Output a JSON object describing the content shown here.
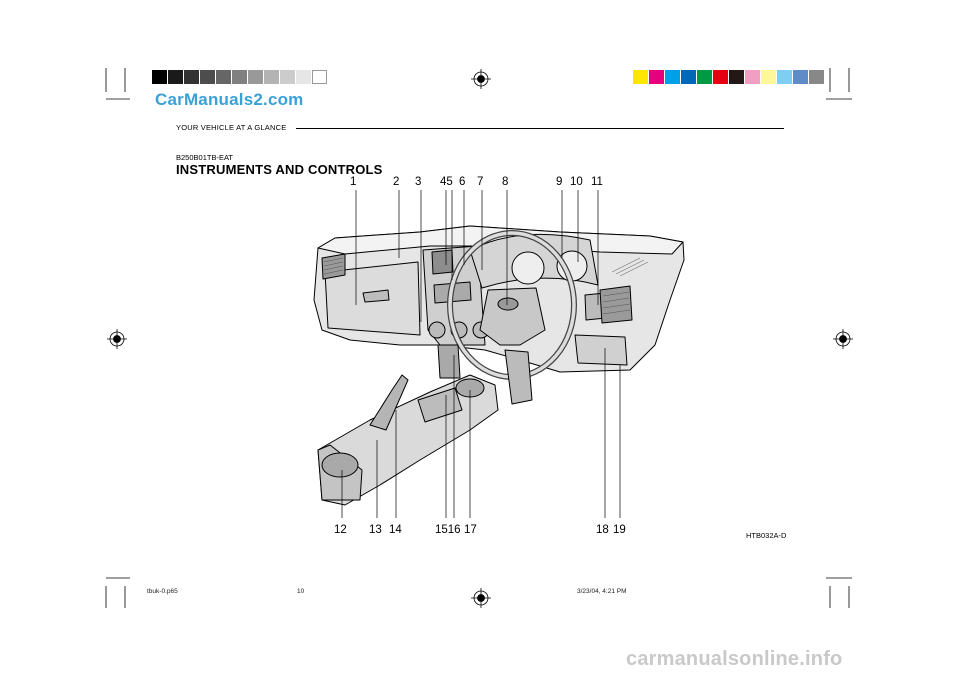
{
  "header": {
    "section": "YOUR VEHICLE AT A GLANCE"
  },
  "watermark_top": "CarManuals2.com",
  "code_label": "B250B01TB-EAT",
  "title": "INSTRUMENTS AND CONTROLS",
  "callouts": {
    "c1": "1",
    "c2": "2",
    "c3": "3",
    "c45": "45",
    "c6": "6",
    "c7": "7",
    "c8": "8",
    "c9": "9",
    "c10": "10",
    "c11": "11",
    "c12": "12",
    "c13": "13",
    "c14": "14",
    "c1516": "1516",
    "c17": "17",
    "c18": "18",
    "c19": "19"
  },
  "figure_code": "HTB032A-D",
  "footer": {
    "file": "tbuk-0.p65",
    "page": "10",
    "timestamp": "3/23/04, 4:21 PM"
  },
  "watermark_bottom": "carmanualsonline.info",
  "colors": {
    "gray_scale": [
      "#000000",
      "#1a1a1a",
      "#333333",
      "#4d4d4d",
      "#666666",
      "#808080",
      "#999999",
      "#b3b3b3",
      "#cccccc",
      "#e6e6e6",
      "#ffffff"
    ],
    "color_bar": [
      "#ffe600",
      "#e6007e",
      "#00a0e9",
      "#0068b7",
      "#009944",
      "#e60012",
      "#231815",
      "#f19ec2",
      "#fff799",
      "#7ecef4",
      "#5f8cc9",
      "#888888"
    ],
    "watermark_blue": "#3aa1d6"
  }
}
